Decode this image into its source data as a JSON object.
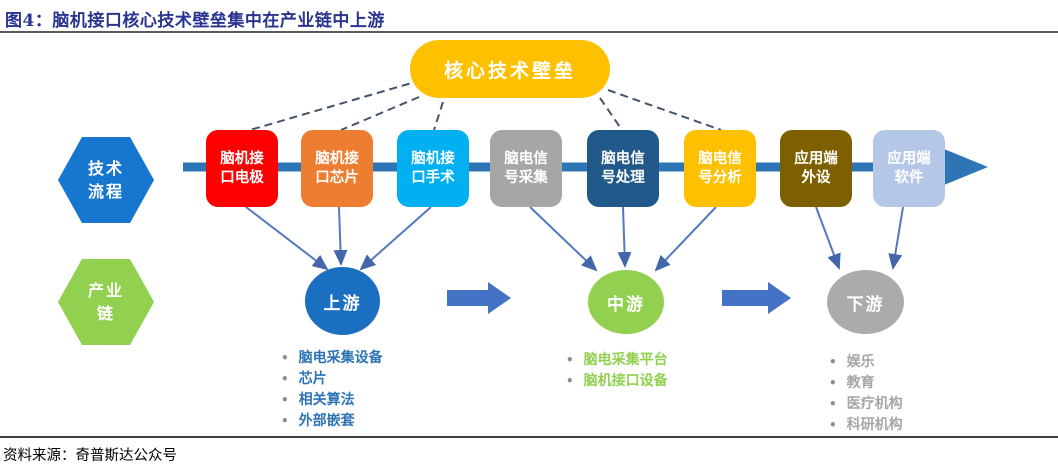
{
  "title": "图4：脑机接口核心技术壁垒集中在产业链中上游",
  "source": "资料来源：奇普斯达公众号",
  "bullet_glyph": "•",
  "barrier_pill": {
    "label": "核心技术壁垒",
    "color": "#FFC000"
  },
  "lanes": {
    "process": {
      "line1": "技术",
      "line2": "流程",
      "color": "#1776CE"
    },
    "chain": {
      "line1": "产业",
      "line2": "链",
      "color": "#92D050"
    }
  },
  "flow_boxes": [
    {
      "label": "脑机接口电极",
      "line1": "脑机接",
      "line2": "口电极",
      "color": "#FE0000"
    },
    {
      "label": "脑机接口芯片",
      "line1": "脑机接",
      "line2": "口芯片",
      "color": "#ED7D31"
    },
    {
      "label": "脑机接口手术",
      "line1": "脑机接",
      "line2": "口手术",
      "color": "#00B0F0"
    },
    {
      "label": "脑电信号采集",
      "line1": "脑电信",
      "line2": "号采集",
      "color": "#A6A6A6"
    },
    {
      "label": "脑电信号处理",
      "line1": "脑电信",
      "line2": "号处理",
      "color": "#21598A"
    },
    {
      "label": "脑电信号分析",
      "line1": "脑电信",
      "line2": "号分析",
      "color": "#FFC000"
    },
    {
      "label": "应用端外设",
      "line1": "应用端",
      "line2": "外设",
      "color": "#7F6000"
    },
    {
      "label": "应用端软件",
      "line1": "应用端",
      "line2": "软件",
      "color": "#B4C7E7"
    }
  ],
  "streams": [
    {
      "label": "上游",
      "color": "#1B6FC0",
      "text_color": "#2E74B5",
      "items": [
        "脑电采集设备",
        "芯片",
        "相关算法",
        "外部嵌套"
      ]
    },
    {
      "label": "中游",
      "color": "#92D050",
      "text_color": "#92D050",
      "items": [
        "脑电采集平台",
        "脑机接口设备"
      ]
    },
    {
      "label": "下游",
      "color": "#ABABAB",
      "text_color": "#A6A6A6",
      "items": [
        "娱乐",
        "教育",
        "医疗机构",
        "科研机构"
      ]
    }
  ],
  "colors": {
    "main_flow_line": "#2E75B6",
    "stream_block_arrow": "#4472C4",
    "dashed_connector": "#44546A",
    "thin_arrow": "#5577BE",
    "title_text": "#28348F"
  }
}
